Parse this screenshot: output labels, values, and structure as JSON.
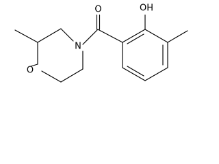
{
  "molecule": {
    "atom_labels": {
      "carbonyl_oxygen": "O",
      "hydroxyl": "OH",
      "morpholine_nitrogen": "N",
      "morpholine_oxygen": "O"
    }
  }
}
